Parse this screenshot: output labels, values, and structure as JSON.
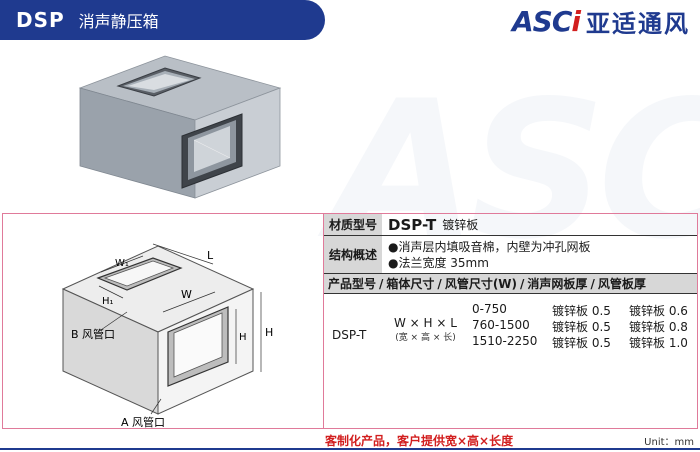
{
  "header": {
    "model": "DSP",
    "name": "消声静压箱"
  },
  "logo": {
    "mark_a": "ASC",
    "mark_i": "i",
    "cn": "亚适通风"
  },
  "drawing": {
    "label_w1": "W₁",
    "label_h1": "H₁",
    "label_l": "L",
    "label_w": "W",
    "label_h": "H",
    "label_b": "B 风管口",
    "label_a": "A 风管口"
  },
  "spec": {
    "material_label": "材质型号",
    "material_code": "DSP-T",
    "material_name": "镀锌板",
    "structure_label": "结构概述",
    "structure_items": [
      "●消声层内填吸音棉，内壁为冲孔网板",
      "●法兰宽度 35mm"
    ],
    "table_head": [
      "产品型号",
      "/",
      "箱体尺寸",
      "/",
      "风管尺寸(W)",
      "/",
      "消声网板厚",
      "/",
      "风管板厚"
    ],
    "model": "DSP-T",
    "dim": "W × H × L",
    "dim_sub": "(宽 × 高 × 长)",
    "sizes": [
      "0-750",
      "760-1500",
      "1510-2250"
    ],
    "perforated": [
      "镀锌板 0.5",
      "镀锌板 0.5",
      "镀锌板 0.5"
    ],
    "pipe": [
      "镀锌板 0.6",
      "镀锌板 0.8",
      "镀锌板 1.0"
    ]
  },
  "footer": {
    "note": "客制化产品，客户提供宽×高×长度",
    "unit": "Unit：mm"
  },
  "colors": {
    "brand_blue": "#1f3a8f",
    "accent_red": "#d21f1f"
  }
}
